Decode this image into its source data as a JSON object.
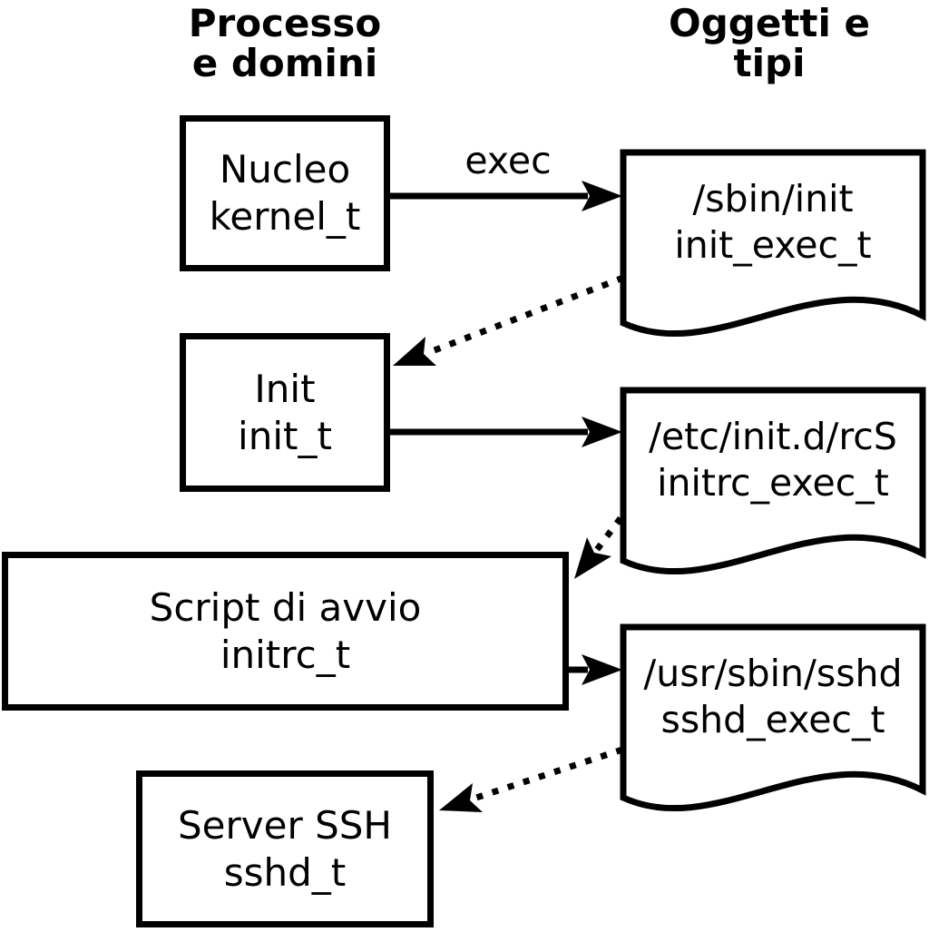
{
  "diagram": {
    "left_column_header": {
      "line1": "Processo",
      "line2": "e domini"
    },
    "right_column_header": {
      "line1": "Oggetti e",
      "line2": "tipi"
    },
    "processes": [
      {
        "name": "Nucleo",
        "domain": "kernel_t"
      },
      {
        "name": "Init",
        "domain": "init_t"
      },
      {
        "name": "Script di avvio",
        "domain": "initrc_t"
      },
      {
        "name": "Server SSH",
        "domain": "sshd_t"
      }
    ],
    "objects": [
      {
        "path": "/sbin/init",
        "type": "init_exec_t"
      },
      {
        "path": "/etc/init.d/rcS",
        "type": "initrc_exec_t"
      },
      {
        "path": "/usr/sbin/sshd",
        "type": "sshd_exec_t"
      }
    ],
    "edges": [
      {
        "from": "Nucleo kernel_t",
        "to": "/sbin/init init_exec_t",
        "style": "solid",
        "label": "exec"
      },
      {
        "from": "/sbin/init init_exec_t",
        "to": "Init init_t",
        "style": "dotted",
        "label": ""
      },
      {
        "from": "Init init_t",
        "to": "/etc/init.d/rcS initrc_exec_t",
        "style": "solid",
        "label": ""
      },
      {
        "from": "/etc/init.d/rcS initrc_exec_t",
        "to": "Script di avvio initrc_t",
        "style": "dotted",
        "label": ""
      },
      {
        "from": "Script di avvio initrc_t",
        "to": "/usr/sbin/sshd sshd_exec_t",
        "style": "solid",
        "label": ""
      },
      {
        "from": "/usr/sbin/sshd sshd_exec_t",
        "to": "Server SSH sshd_t",
        "style": "dotted",
        "label": ""
      }
    ],
    "colors": {
      "foreground": "#000000",
      "background": "#ffffff"
    }
  }
}
